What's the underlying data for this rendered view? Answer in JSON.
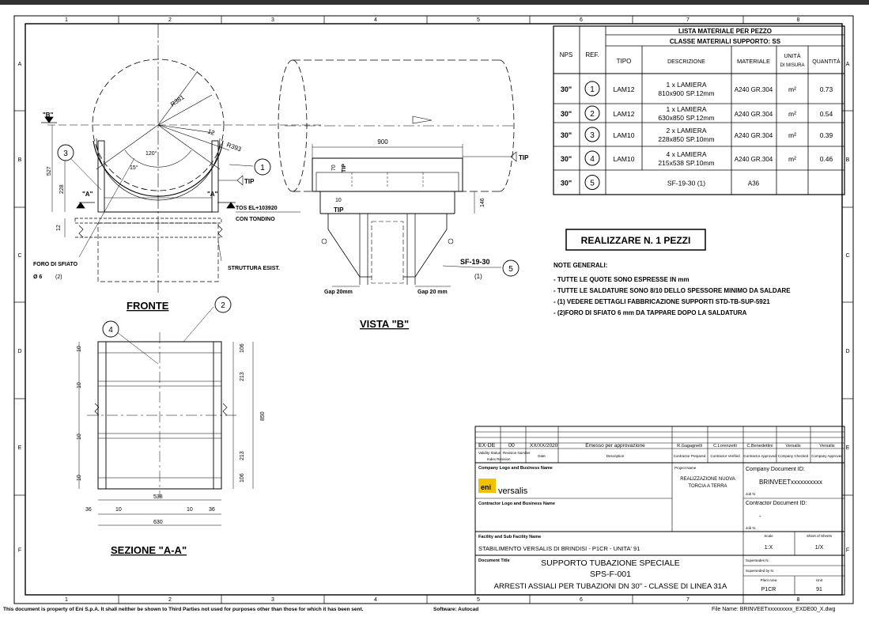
{
  "grid": {
    "cols": [
      "1",
      "2",
      "3",
      "4",
      "5",
      "6",
      "7",
      "8"
    ],
    "rows": [
      "A",
      "B",
      "C",
      "D",
      "E",
      "F"
    ]
  },
  "front_view": {
    "title": "FRONTE",
    "section_mark": "\"B\"",
    "r_outer": "R381",
    "r_inner": "R393",
    "thk": "12",
    "angle_120": "120°",
    "angle_15": "15°",
    "dim_527": "527",
    "dim_228": "228",
    "dim_12": "12",
    "a_mark": "\"A\"",
    "tip": "TIP",
    "tos_line1": "TOS EL+103920",
    "tos_line2": "CON TONDINO",
    "struttura": "STRUTTURA ESIST.",
    "foro_line1": "FORO DI SFIATO",
    "foro_line2": "Ø 6",
    "foro_ref": "(2)",
    "balloon_1": "1",
    "balloon_3": "3"
  },
  "side_view": {
    "title": "VISTA \"B\"",
    "dim_900": "900",
    "dim_70": "70",
    "dim_10": "10",
    "dim_146": "146",
    "tip": "TIP",
    "gap_left": "Gap 20mm",
    "gap_right": "Gap 20 mm",
    "sf_label": "SF-19-30",
    "sf_ref": "(1)",
    "balloon_5": "5"
  },
  "section_view": {
    "title": "SEZIONE \"A-A\"",
    "dim_10": "10",
    "dim_106": "106",
    "dim_213": "213",
    "dim_850": "850",
    "dim_538": "538",
    "dim_36": "36",
    "dim_630": "630",
    "balloon_2": "2",
    "balloon_4": "4"
  },
  "bom": {
    "header_title": "LISTA MATERIALE PER PEZZO",
    "header_class": "CLASSE MATERIALI SUPPORTO: SS",
    "col_nps": "NPS",
    "col_ref": "REF.",
    "col_tipo": "TIPO",
    "col_desc": "DESCRIZIONE",
    "col_mat": "MATERIALE",
    "col_unit_1": "UNITÀ",
    "col_unit_2": "DI MISURA",
    "col_qty": "QUANTITÀ",
    "rows": [
      {
        "nps": "30\"",
        "ref": "1",
        "tipo": "LAM12",
        "d1": "1 x LAMIERA",
        "d2": "810x900  SP.12mm",
        "mat": "A240 GR.304",
        "unit": "m²",
        "qty": "0.73"
      },
      {
        "nps": "30\"",
        "ref": "2",
        "tipo": "LAM12",
        "d1": "1 x LAMIERA",
        "d2": "630x850  SP.12mm",
        "mat": "A240 GR.304",
        "unit": "m²",
        "qty": "0.54"
      },
      {
        "nps": "30\"",
        "ref": "3",
        "tipo": "LAM10",
        "d1": "2 x LAMIERA",
        "d2": "228x850  SP.10mm",
        "mat": "A240 GR.304",
        "unit": "m²",
        "qty": "0.39"
      },
      {
        "nps": "30\"",
        "ref": "4",
        "tipo": "LAM10",
        "d1": "4 x LAMIERA",
        "d2": "215x538  SP.10mm",
        "mat": "A240 GR.304",
        "unit": "m²",
        "qty": "0.46"
      },
      {
        "nps": "30\"",
        "ref": "5",
        "tipo": "",
        "d1": "SF-19-30  (1)",
        "d2": "",
        "mat": "A36",
        "unit": "",
        "qty": ""
      }
    ]
  },
  "realizzare": "REALIZZARE N. 1 PEZZI",
  "notes": {
    "title": "NOTE GENERALI:",
    "items": [
      "- TUTTE LE QUOTE SONO ESPRESSE IN mm",
      "- TUTTE LE SALDATURE SONO 8/10 DELLO SPESSORE MINIMO DA SALDARE",
      "- (1) VEDERE DETTAGLI FABBRICAZIONE SUPPORTI STD-TB-SUP-5921",
      "- (2)FORO DI SFIATO 6 mm DA TAPPARE DOPO LA SALDATURA"
    ]
  },
  "title_block": {
    "rev_validity": "EX-DE",
    "rev_number": "00",
    "rev_date": "XX/XX/2020",
    "rev_desc": "Emesso per approvazione",
    "rev_prep": "R.Gagagnelli",
    "rev_verif": "C.Lorenzetti",
    "rev_contr_appr": "C.Benedettini",
    "rev_checked": "Versalis",
    "rev_comp_appr": "Versalis",
    "h_validity": "Validity Status",
    "h_revnum": "Revision Number",
    "h_index": "Index Revision",
    "h_date": "Date",
    "h_desc": "Description",
    "h_prep": "Contractor Prepared",
    "h_verif": "Contractor Verified",
    "h_contr_appr": "Contractor Approved",
    "h_checked": "Company Checked",
    "h_comp_appr": "Company Approved",
    "company_logo_label": "Company Logo and Business Name",
    "logo_eni": "eni",
    "logo_versalis": "versalis",
    "project_name_label": "Project Name",
    "project_name_1": "REALIZZAZIONE NUOVA",
    "project_name_2": "TORCIA A TERRA",
    "company_doc_label": "Company Document ID:",
    "company_doc_id": "BRINVEETxxxxxxxxxx",
    "job_label": "Job N.",
    "contractor_logo_label": "Contractor Logo and Business Name",
    "contractor_doc_label": "Contractor Document ID:",
    "contractor_doc_id": "-",
    "facility_label": "Facility and Sub Facility Name",
    "facility_name": "STABILIMENTO VERSALIS DI BRINDISI - P1CR - UNITA' 91",
    "scale_label": "Scale",
    "scale_value": "1:X",
    "sheet_label": "Sheet of Sheets",
    "sheet_value": "1/X",
    "doc_title_label": "Document Title",
    "doc_title_1": "SUPPORTO TUBAZIONE SPECIALE",
    "doc_title_2": "SPS-F-001",
    "doc_title_3": "ARRESTI ASSIALI PER TUBAZIONI DN 30\" - CLASSE DI LINEA 31A",
    "superseded_label": "Supersedes N.",
    "superseded_by_label": "Superseded by N.",
    "plant_label": "Plant Area",
    "plant_value": "P1CR",
    "unit_label": "Unit",
    "unit_value": "91"
  },
  "footer": {
    "disclaimer": "This document is property of Eni S.p.A. It shall neither be shown to Third Parties not used for purposes other than those for which it has been sent.",
    "software": "Software: Autocad",
    "filename": "File Name:  BRINVEETxxxxxxxxx_EXDE00_X.dwg"
  },
  "colors": {
    "logo_yellow": "#f2c200",
    "border_dark": "#000000"
  }
}
